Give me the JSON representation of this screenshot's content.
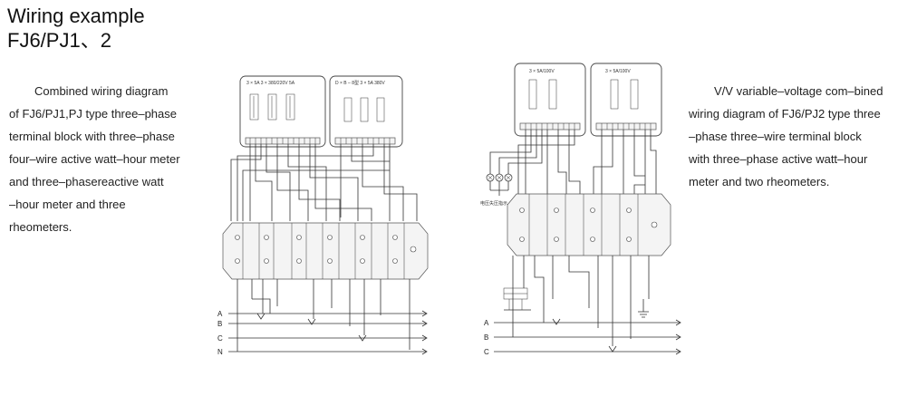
{
  "title": {
    "line1": "Wiring example",
    "line2": "FJ6/PJ1、2"
  },
  "left_description": [
    "Combined wiring diagram",
    "of FJ6/PJ1,PJ type three–phase",
    "terminal block with three–phase",
    "four–wire active watt–hour meter",
    "and three–phasereactive watt",
    "–hour meter and three rheometers."
  ],
  "right_description": [
    "V/V variable–voltage com–bined",
    "wiring diagram of FJ6/PJ2 type three",
    "–phase three–wire terminal block",
    "with three–phase active watt–hour",
    "meter and two rheometers."
  ],
  "diagram_left": {
    "meter1_label": "3 × 5A    3 × 380/220V  5A",
    "meter2_label": "D × B – 8型   3 × 5A 380V",
    "bus_labels": [
      "A",
      "B",
      "C",
      "N"
    ]
  },
  "diagram_right": {
    "meter1_label": "3 × 5A/100V",
    "meter2_label": "3 × 5A/100V",
    "lamp_label": "电压失压指示",
    "bus_labels": [
      "A",
      "B",
      "C"
    ]
  }
}
